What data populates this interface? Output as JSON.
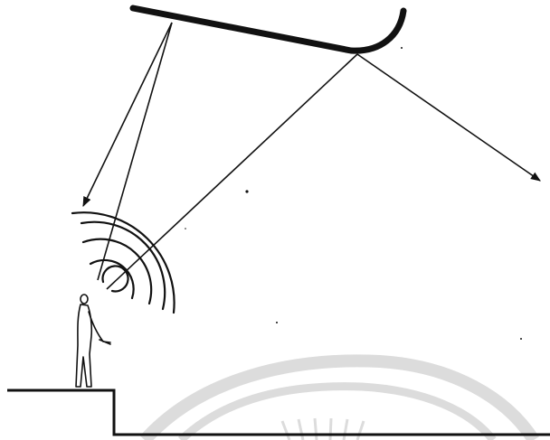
{
  "diagram": {
    "kind": "acoustic reflection sketch",
    "elements": [
      "reflector-panel",
      "speaker-figure",
      "sound-waves",
      "reflected-rays",
      "stage-floor",
      "watermark"
    ],
    "colors": {
      "ink": "#111111",
      "paper": "#ffffff",
      "watermark": "#d9d9d9"
    }
  }
}
